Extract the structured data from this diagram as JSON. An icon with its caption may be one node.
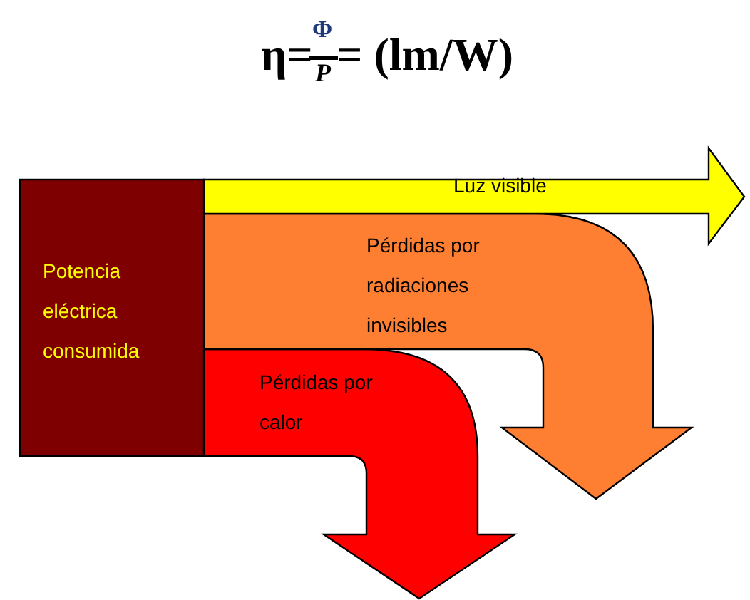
{
  "diagram": {
    "nodes": [
      {
        "text": [
          "Potencia eléctrica consumida"
        ]
      },
      {
        "text": [
          "Luz visible"
        ]
      },
      {
        "text": [
          "Pérdidas por radiaciones invisibles"
        ]
      },
      {
        "text": [
          "Pérdidas por calor"
        ]
      }
    ],
    "labels": [
      "η=",
      "Φ",
      "P",
      "= (lm/W)"
    ]
  }
}
